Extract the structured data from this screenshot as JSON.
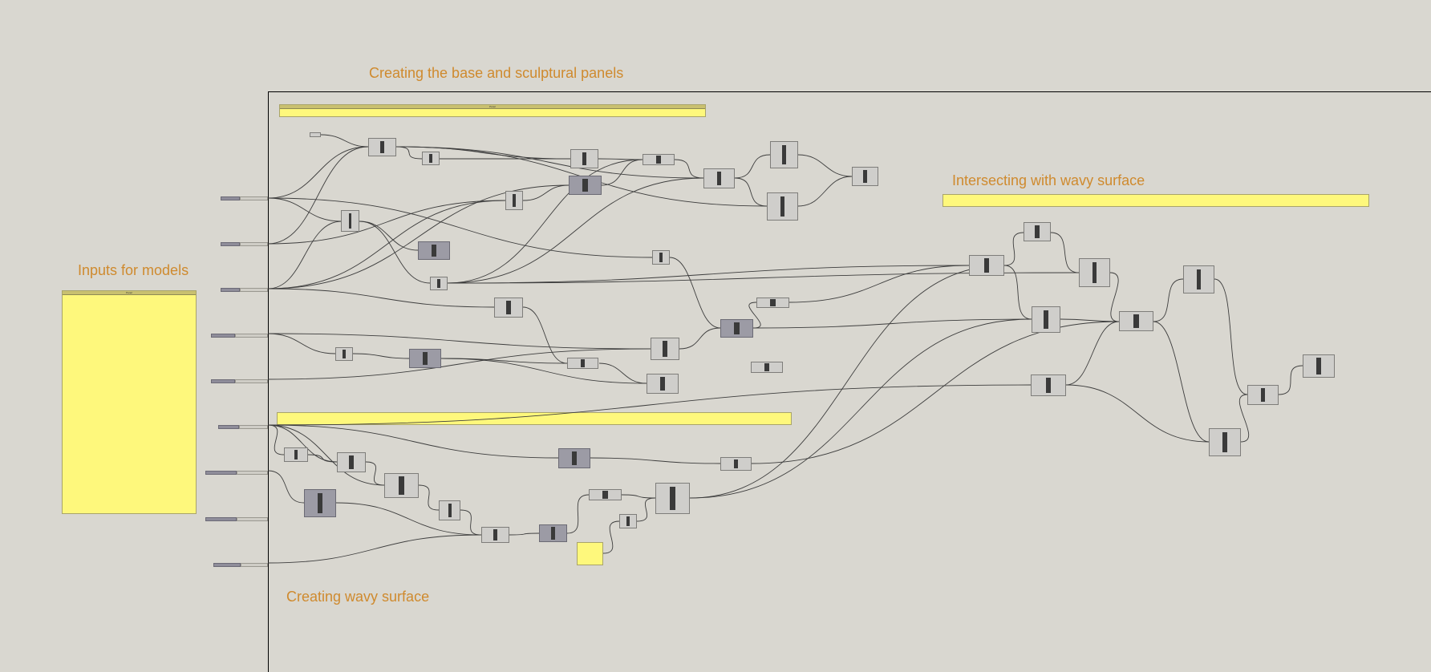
{
  "canvas": {
    "background_color": "#d9d7d0",
    "wire_color": "#3d3d3d",
    "label_color": "#cf8a2e",
    "panel_color": "#fef87c"
  },
  "groups": {
    "base": {
      "label": "Creating the base and sculptural panels"
    },
    "inputs": {
      "label": "Inputs for models"
    },
    "intersecting": {
      "label": "Intersecting with wavy surface"
    },
    "wavy": {
      "label": "Creating wavy surface"
    }
  },
  "panels": {
    "inputs_panel_title": "Panel",
    "top_panel_title": "Panel"
  },
  "icons": {
    "component_icon": "grasshopper-component-icon",
    "slider_icon": "number-slider-icon"
  }
}
